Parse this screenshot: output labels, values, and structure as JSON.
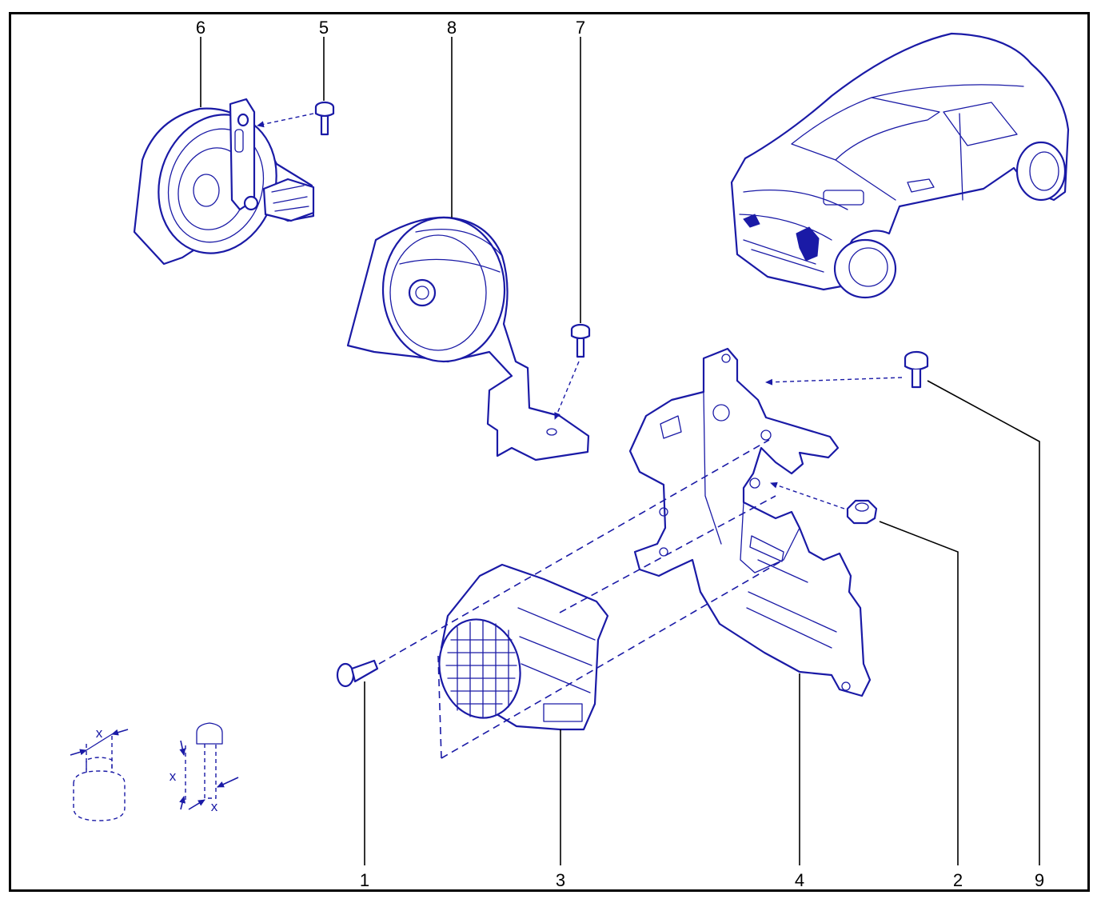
{
  "callouts": {
    "c1": "1",
    "c2": "2",
    "c3": "3",
    "c4": "4",
    "c5": "5",
    "c6": "6",
    "c7": "7",
    "c8": "8",
    "c9": "9"
  },
  "dimension_labels": {
    "nut_x": "x",
    "bolt_x_height": "x",
    "bolt_x_width": "x"
  },
  "colors": {
    "line_art": "#1a1aa6",
    "callout_text": "#000000",
    "frame": "#000000"
  }
}
